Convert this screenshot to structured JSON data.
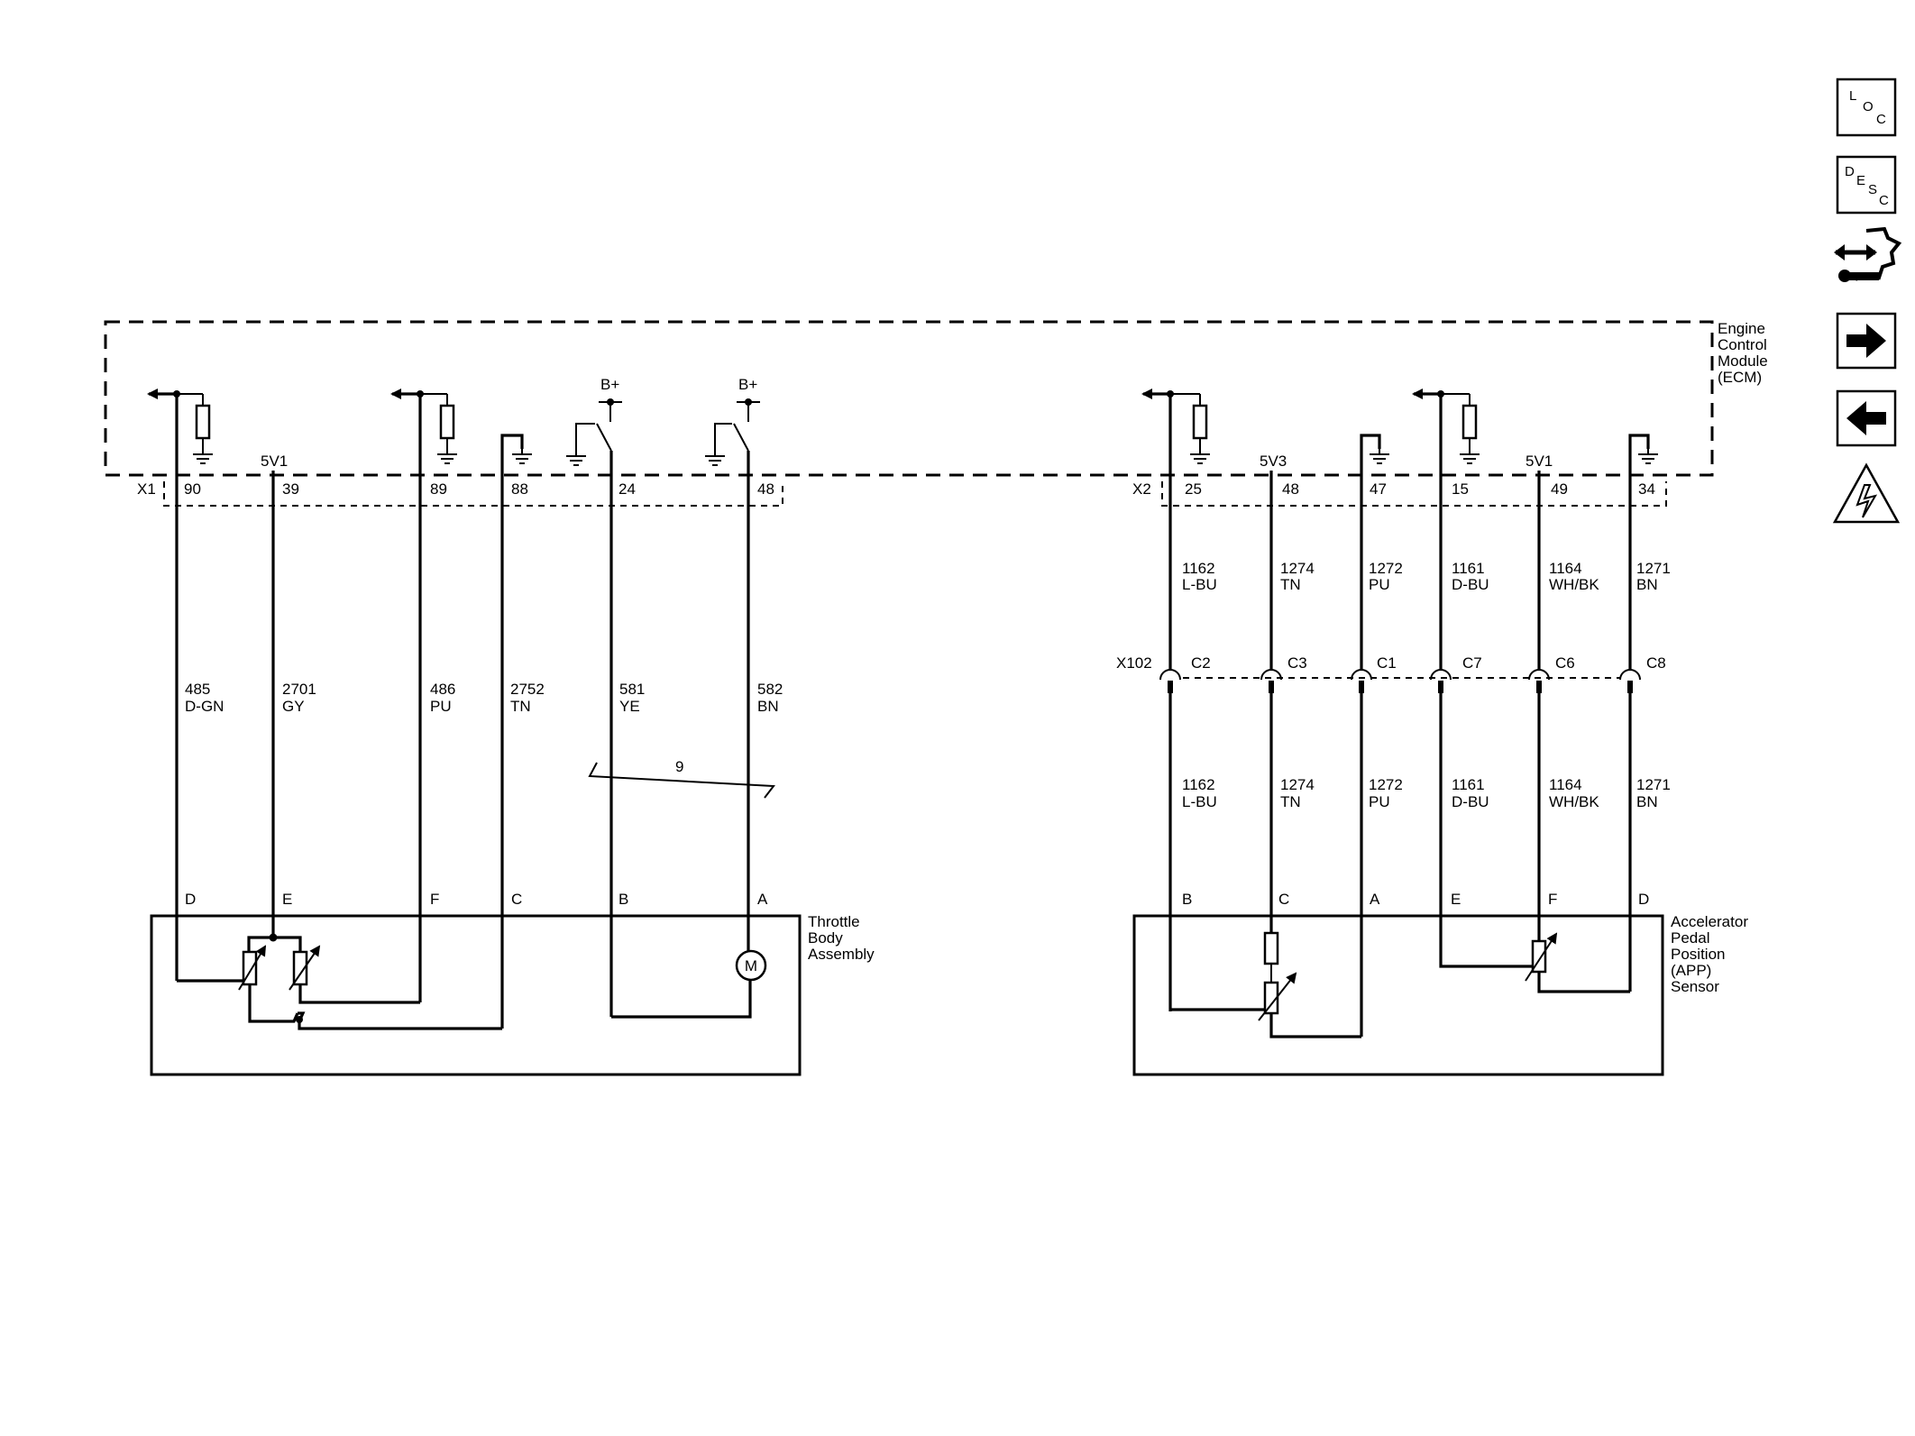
{
  "ecm": {
    "name_lines": [
      "Engine",
      "Control",
      "Module",
      "(ECM)"
    ],
    "bplus": "B+",
    "left_connector": "X1",
    "right_connector": "X2",
    "left_supply": "5V1",
    "right_supply_a": "5V3",
    "right_supply_b": "5V1"
  },
  "left_pins": [
    {
      "pin": "90",
      "circuit": "485",
      "color": "D-GN",
      "term": "D"
    },
    {
      "pin": "39",
      "circuit": "2701",
      "color": "GY",
      "term": "E"
    },
    {
      "pin": "89",
      "circuit": "486",
      "color": "PU",
      "term": "F"
    },
    {
      "pin": "88",
      "circuit": "2752",
      "color": "TN",
      "term": "C"
    },
    {
      "pin": "24",
      "circuit": "581",
      "color": "YE",
      "term": "B"
    },
    {
      "pin": "48",
      "circuit": "582",
      "color": "BN",
      "term": "A"
    }
  ],
  "twisted_pair_label": "9",
  "throttle": {
    "name_lines": [
      "Throttle",
      "Body",
      "Assembly"
    ],
    "motor": "M"
  },
  "inline_connector": "X102",
  "right_pins": [
    {
      "pin": "25",
      "circuit": "1162",
      "color": "L-BU",
      "cavity": "C2",
      "term": "B"
    },
    {
      "pin": "48",
      "circuit": "1274",
      "color": "TN",
      "cavity": "C3",
      "term": "C"
    },
    {
      "pin": "47",
      "circuit": "1272",
      "color": "PU",
      "cavity": "C1",
      "term": "A"
    },
    {
      "pin": "15",
      "circuit": "1161",
      "color": "D-BU",
      "cavity": "C7",
      "term": "E"
    },
    {
      "pin": "49",
      "circuit": "1164",
      "color": "WH/BK",
      "cavity": "C6",
      "term": "F"
    },
    {
      "pin": "34",
      "circuit": "1271",
      "color": "BN",
      "cavity": "C8",
      "term": "D"
    }
  ],
  "app": {
    "name_lines": [
      "Accelerator",
      "Pedal",
      "Position",
      "(APP)",
      "Sensor"
    ]
  },
  "side_icons": {
    "loc": [
      "L",
      "O",
      "C"
    ],
    "desc": [
      "D",
      "E",
      "S",
      "C"
    ],
    "names": [
      "loc-icon",
      "desc-icon",
      "component-view-icon",
      "next-arrow-icon",
      "previous-arrow-icon",
      "electrical-warning-icon"
    ]
  }
}
